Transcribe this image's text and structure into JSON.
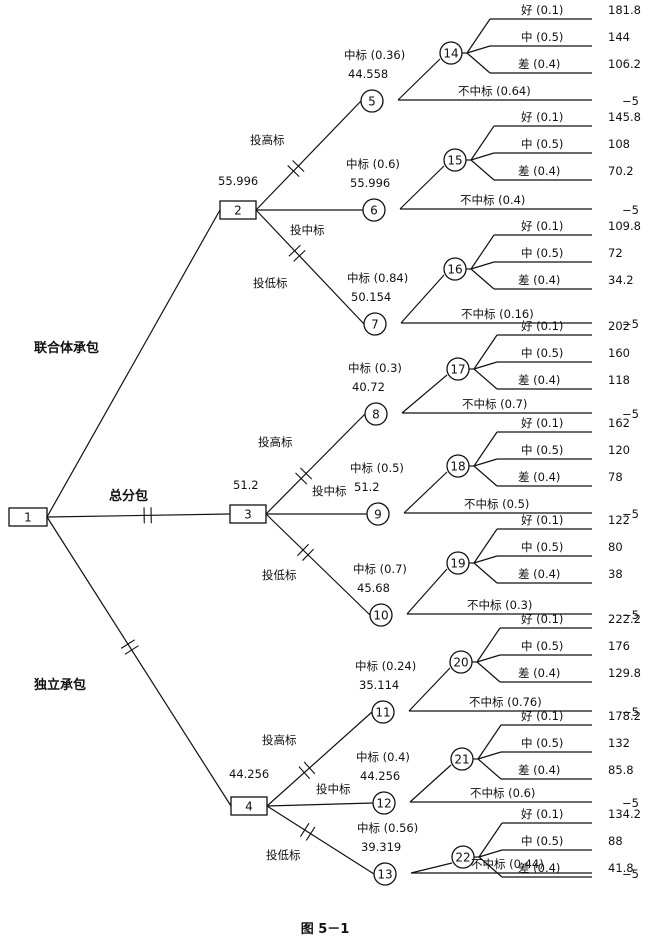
{
  "decision_nodes": [
    {
      "id": "1",
      "branches": [
        {
          "label": "联合体承包",
          "target": "2",
          "pruned": false
        },
        {
          "label": "总分包",
          "target": "3",
          "pruned": true
        },
        {
          "label": "独立承包",
          "target": "4",
          "pruned": true
        }
      ]
    },
    {
      "id": "2",
      "value": "55.996",
      "branches": [
        {
          "label": "投高标",
          "target": "5",
          "pruned": true
        },
        {
          "label": "投中标",
          "target": "6",
          "pruned": false
        },
        {
          "label": "投低标",
          "target": "7",
          "pruned": true
        }
      ]
    },
    {
      "id": "3",
      "value": "51.2",
      "branches": [
        {
          "label": "投高标",
          "target": "8",
          "pruned": true
        },
        {
          "label": "投中标",
          "target": "9",
          "pruned": false
        },
        {
          "label": "投低标",
          "target": "10",
          "pruned": true
        }
      ]
    },
    {
      "id": "4",
      "value": "44.256",
      "branches": [
        {
          "label": "投高标",
          "target": "11",
          "pruned": true
        },
        {
          "label": "投中标",
          "target": "12",
          "pruned": false
        },
        {
          "label": "投低标",
          "target": "13",
          "pruned": true
        }
      ]
    }
  ],
  "chance_nodes": [
    {
      "id": "5",
      "win_label": "中标 (0.36)",
      "value": "44.558",
      "lose_label": "不中标 (0.64)",
      "lose_value": "−5",
      "sub": "14"
    },
    {
      "id": "6",
      "win_label": "中标 (0.6)",
      "value": "55.996",
      "lose_label": "不中标 (0.4)",
      "lose_value": "−5",
      "sub": "15"
    },
    {
      "id": "7",
      "win_label": "中标 (0.84)",
      "value": "50.154",
      "lose_label": "不中标 (0.16)",
      "lose_value": "−5",
      "sub": "16"
    },
    {
      "id": "8",
      "win_label": "中标 (0.3)",
      "value": "40.72",
      "lose_label": "不中标 (0.7)",
      "lose_value": "−5",
      "sub": "17"
    },
    {
      "id": "9",
      "win_label": "中标 (0.5)",
      "value": "51.2",
      "lose_label": "不中标 (0.5)",
      "lose_value": "−5",
      "sub": "18"
    },
    {
      "id": "10",
      "win_label": "中标 (0.7)",
      "value": "45.68",
      "lose_label": "不中标 (0.3)",
      "lose_value": "−5",
      "sub": "19"
    },
    {
      "id": "11",
      "win_label": "中标 (0.24)",
      "value": "35.114",
      "lose_label": "不中标 (0.76)",
      "lose_value": "−5",
      "sub": "20"
    },
    {
      "id": "12",
      "win_label": "中标 (0.4)",
      "value": "44.256",
      "lose_label": "不中标 (0.6)",
      "lose_value": "−5",
      "sub": "21"
    },
    {
      "id": "13",
      "win_label": "中标 (0.56)",
      "value": "39.319",
      "lose_label": "不中标 (0.44)",
      "lose_value": "−5",
      "sub": "22"
    }
  ],
  "outcome_nodes": [
    {
      "id": "14",
      "outcomes": [
        {
          "label": "好 (0.1)",
          "value": "181.8"
        },
        {
          "label": "中 (0.5)",
          "value": "144"
        },
        {
          "label": "差 (0.4)",
          "value": "106.2"
        }
      ]
    },
    {
      "id": "15",
      "outcomes": [
        {
          "label": "好 (0.1)",
          "value": "145.8"
        },
        {
          "label": "中 (0.5)",
          "value": "108"
        },
        {
          "label": "差 (0.4)",
          "value": "70.2"
        }
      ]
    },
    {
      "id": "16",
      "outcomes": [
        {
          "label": "好 (0.1)",
          "value": "109.8"
        },
        {
          "label": "中 (0.5)",
          "value": "72"
        },
        {
          "label": "差 (0.4)",
          "value": "34.2"
        }
      ]
    },
    {
      "id": "17",
      "outcomes": [
        {
          "label": "好 (0.1)",
          "value": "202"
        },
        {
          "label": "中 (0.5)",
          "value": "160"
        },
        {
          "label": "差 (0.4)",
          "value": "118"
        }
      ]
    },
    {
      "id": "18",
      "outcomes": [
        {
          "label": "好 (0.1)",
          "value": "162"
        },
        {
          "label": "中 (0.5)",
          "value": "120"
        },
        {
          "label": "差 (0.4)",
          "value": "78"
        }
      ]
    },
    {
      "id": "19",
      "outcomes": [
        {
          "label": "好 (0.1)",
          "value": "122"
        },
        {
          "label": "中 (0.5)",
          "value": "80"
        },
        {
          "label": "差 (0.4)",
          "value": "38"
        }
      ]
    },
    {
      "id": "20",
      "outcomes": [
        {
          "label": "好 (0.1)",
          "value": "222.2"
        },
        {
          "label": "中 (0.5)",
          "value": "176"
        },
        {
          "label": "差 (0.4)",
          "value": "129.8"
        }
      ]
    },
    {
      "id": "21",
      "outcomes": [
        {
          "label": "好 (0.1)",
          "value": "178.2"
        },
        {
          "label": "中 (0.5)",
          "value": "132"
        },
        {
          "label": "差 (0.4)",
          "value": "85.8"
        }
      ]
    },
    {
      "id": "22",
      "outcomes": [
        {
          "label": "好 (0.1)",
          "value": "134.2"
        },
        {
          "label": "中 (0.5)",
          "value": "88"
        },
        {
          "label": "差 (0.4)",
          "value": "41.8"
        }
      ]
    }
  ],
  "caption": "图 5－1"
}
